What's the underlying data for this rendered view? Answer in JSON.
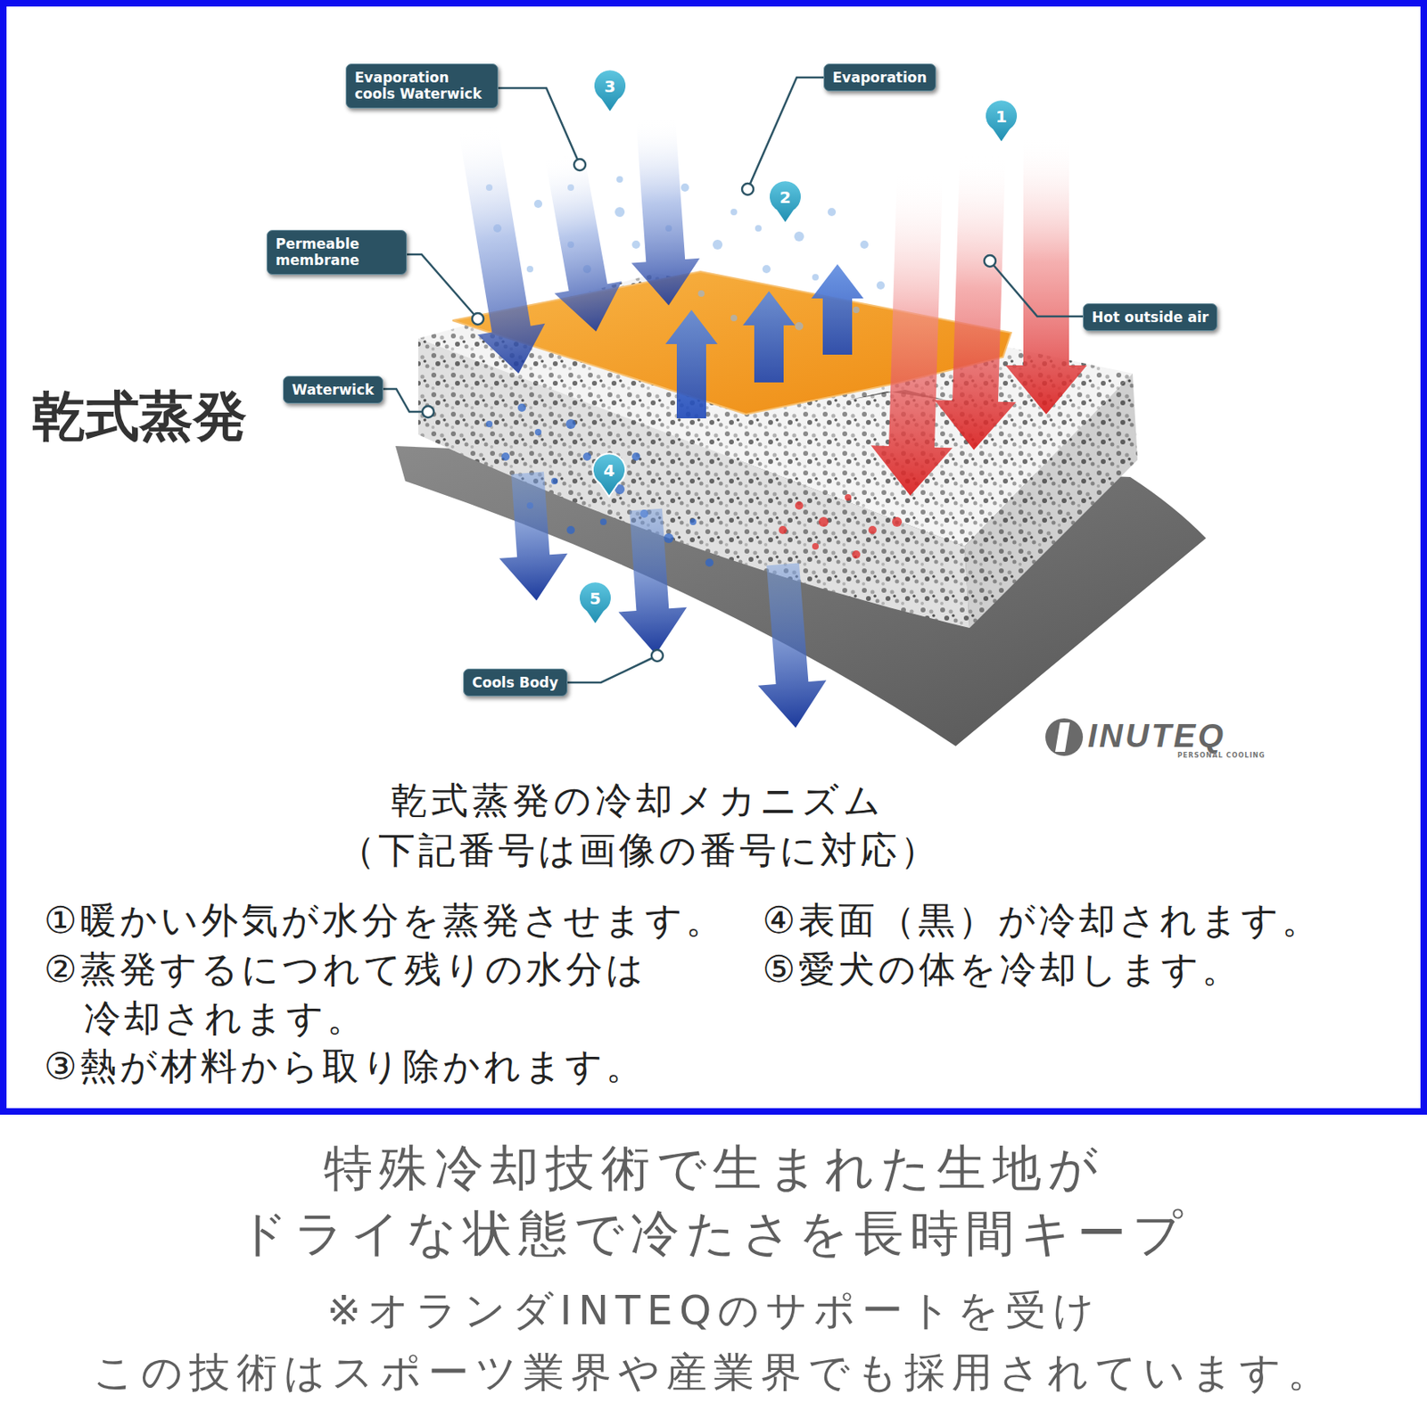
{
  "diagram": {
    "title": "乾式蒸発",
    "caption": "特殊冷却技術で生まれた生地が ドライな状態で冷たさを長時間キープ",
    "nodes": [
      {
        "text": [
          "Evaporation cools Waterwick"
        ]
      },
      {
        "text": [
          "3"
        ]
      },
      {
        "text": [
          "Evaporation"
        ]
      },
      {
        "text": [
          "1"
        ]
      },
      {
        "text": [
          "2"
        ]
      },
      {
        "text": [
          "Permeable membrane"
        ]
      },
      {
        "text": [
          "Hot outside air"
        ]
      },
      {
        "text": [
          "Waterwick"
        ]
      },
      {
        "text": [
          "4"
        ]
      },
      {
        "text": [
          "5"
        ]
      },
      {
        "text": [
          "Cools Body"
        ]
      }
    ],
    "labels": [
      "乾式蒸発の冷却メカニズム",
      "（下記番号は画像の番号に対応）",
      "①暖かい外気が水分を蒸発させます。",
      "②蒸発するにつれて残りの水分は 冷却されます。",
      "③熱が材料から取り除かれます。",
      "④表面（黒）が冷却されます。",
      "⑤愛犬の体を冷却します。",
      "INUTEQ",
      "PERSONAL COOLING",
      "※オランダINTEQのサポートを受け この技術はスポーツ業界や産業界でも採用されています。"
    ]
  }
}
